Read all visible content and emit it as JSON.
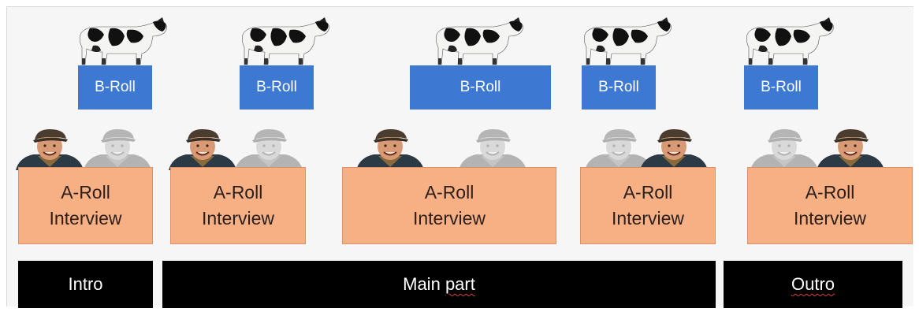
{
  "broll_label": "B-Roll",
  "aroll_line1": "A-Roll",
  "aroll_line2": "Interview",
  "segments": {
    "intro": "Intro",
    "main_word1": "Main",
    "main_word2": "part",
    "outro": "Outro"
  },
  "colors": {
    "broll": "#3d78d2",
    "aroll": "#f7af84",
    "segment": "#000000"
  },
  "icons": [
    "cow-image",
    "farmer-image"
  ]
}
